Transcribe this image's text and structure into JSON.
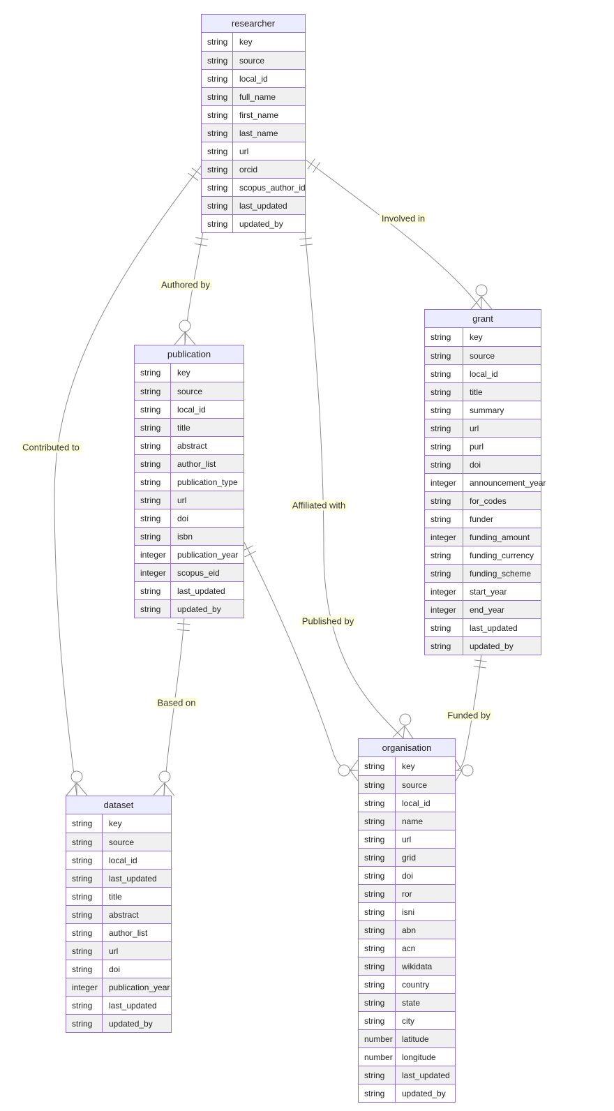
{
  "diagram": {
    "kind": "entity-relationship-diagram",
    "entities": [
      {
        "name": "researcher",
        "attributes": [
          {
            "type": "string",
            "name": "key"
          },
          {
            "type": "string",
            "name": "source"
          },
          {
            "type": "string",
            "name": "local_id"
          },
          {
            "type": "string",
            "name": "full_name"
          },
          {
            "type": "string",
            "name": "first_name"
          },
          {
            "type": "string",
            "name": "last_name"
          },
          {
            "type": "string",
            "name": "url"
          },
          {
            "type": "string",
            "name": "orcid"
          },
          {
            "type": "string",
            "name": "scopus_author_id"
          },
          {
            "type": "string",
            "name": "last_updated"
          },
          {
            "type": "string",
            "name": "updated_by"
          }
        ]
      },
      {
        "name": "publication",
        "attributes": [
          {
            "type": "string",
            "name": "key"
          },
          {
            "type": "string",
            "name": "source"
          },
          {
            "type": "string",
            "name": "local_id"
          },
          {
            "type": "string",
            "name": "title"
          },
          {
            "type": "string",
            "name": "abstract"
          },
          {
            "type": "string",
            "name": "author_list"
          },
          {
            "type": "string",
            "name": "publication_type"
          },
          {
            "type": "string",
            "name": "url"
          },
          {
            "type": "string",
            "name": "doi"
          },
          {
            "type": "string",
            "name": "isbn"
          },
          {
            "type": "integer",
            "name": "publication_year"
          },
          {
            "type": "integer",
            "name": "scopus_eid"
          },
          {
            "type": "string",
            "name": "last_updated"
          },
          {
            "type": "string",
            "name": "updated_by"
          }
        ]
      },
      {
        "name": "grant",
        "attributes": [
          {
            "type": "string",
            "name": "key"
          },
          {
            "type": "string",
            "name": "source"
          },
          {
            "type": "string",
            "name": "local_id"
          },
          {
            "type": "string",
            "name": "title"
          },
          {
            "type": "string",
            "name": "summary"
          },
          {
            "type": "string",
            "name": "url"
          },
          {
            "type": "string",
            "name": "purl"
          },
          {
            "type": "string",
            "name": "doi"
          },
          {
            "type": "integer",
            "name": "announcement_year"
          },
          {
            "type": "string",
            "name": "for_codes"
          },
          {
            "type": "string",
            "name": "funder"
          },
          {
            "type": "integer",
            "name": "funding_amount"
          },
          {
            "type": "string",
            "name": "funding_currency"
          },
          {
            "type": "string",
            "name": "funding_scheme"
          },
          {
            "type": "integer",
            "name": "start_year"
          },
          {
            "type": "integer",
            "name": "end_year"
          },
          {
            "type": "string",
            "name": "last_updated"
          },
          {
            "type": "string",
            "name": "updated_by"
          }
        ]
      },
      {
        "name": "dataset",
        "attributes": [
          {
            "type": "string",
            "name": "key"
          },
          {
            "type": "string",
            "name": "source"
          },
          {
            "type": "string",
            "name": "local_id"
          },
          {
            "type": "string",
            "name": "last_updated"
          },
          {
            "type": "string",
            "name": "title"
          },
          {
            "type": "string",
            "name": "abstract"
          },
          {
            "type": "string",
            "name": "author_list"
          },
          {
            "type": "string",
            "name": "url"
          },
          {
            "type": "string",
            "name": "doi"
          },
          {
            "type": "integer",
            "name": "publication_year"
          },
          {
            "type": "string",
            "name": "last_updated"
          },
          {
            "type": "string",
            "name": "updated_by"
          }
        ]
      },
      {
        "name": "organisation",
        "attributes": [
          {
            "type": "string",
            "name": "key"
          },
          {
            "type": "string",
            "name": "source"
          },
          {
            "type": "string",
            "name": "local_id"
          },
          {
            "type": "string",
            "name": "name"
          },
          {
            "type": "string",
            "name": "url"
          },
          {
            "type": "string",
            "name": "grid"
          },
          {
            "type": "string",
            "name": "doi"
          },
          {
            "type": "string",
            "name": "ror"
          },
          {
            "type": "string",
            "name": "isni"
          },
          {
            "type": "string",
            "name": "abn"
          },
          {
            "type": "string",
            "name": "acn"
          },
          {
            "type": "string",
            "name": "wikidata"
          },
          {
            "type": "string",
            "name": "country"
          },
          {
            "type": "string",
            "name": "state"
          },
          {
            "type": "string",
            "name": "city"
          },
          {
            "type": "number",
            "name": "latitude"
          },
          {
            "type": "number",
            "name": "longitude"
          },
          {
            "type": "string",
            "name": "last_updated"
          },
          {
            "type": "string",
            "name": "updated_by"
          }
        ]
      }
    ],
    "relationships": [
      {
        "label": "Authored by",
        "from": "researcher",
        "to": "publication",
        "from_cardinality": "exactly-one",
        "to_cardinality": "zero-or-many"
      },
      {
        "label": "Involved in",
        "from": "researcher",
        "to": "grant",
        "from_cardinality": "exactly-one",
        "to_cardinality": "zero-or-many"
      },
      {
        "label": "Contributed to",
        "from": "researcher",
        "to": "dataset",
        "from_cardinality": "exactly-one",
        "to_cardinality": "zero-or-many"
      },
      {
        "label": "Affiliated with",
        "from": "researcher",
        "to": "organisation",
        "from_cardinality": "exactly-one",
        "to_cardinality": "zero-or-many"
      },
      {
        "label": "Based on",
        "from": "publication",
        "to": "dataset",
        "from_cardinality": "exactly-one",
        "to_cardinality": "zero-or-many"
      },
      {
        "label": "Published by",
        "from": "publication",
        "to": "organisation",
        "from_cardinality": "exactly-one",
        "to_cardinality": "zero-or-many"
      },
      {
        "label": "Funded by",
        "from": "grant",
        "to": "organisation",
        "from_cardinality": "exactly-one",
        "to_cardinality": "zero-or-many"
      }
    ],
    "colors": {
      "entity_border": "#9370DB",
      "header_fill": "#ECECFF",
      "row_fill": "#ffffff",
      "row_alt_fill": "#f0f0f0",
      "line": "#8c8c8c",
      "label_background": "#ffffde",
      "text": "#222222"
    }
  }
}
